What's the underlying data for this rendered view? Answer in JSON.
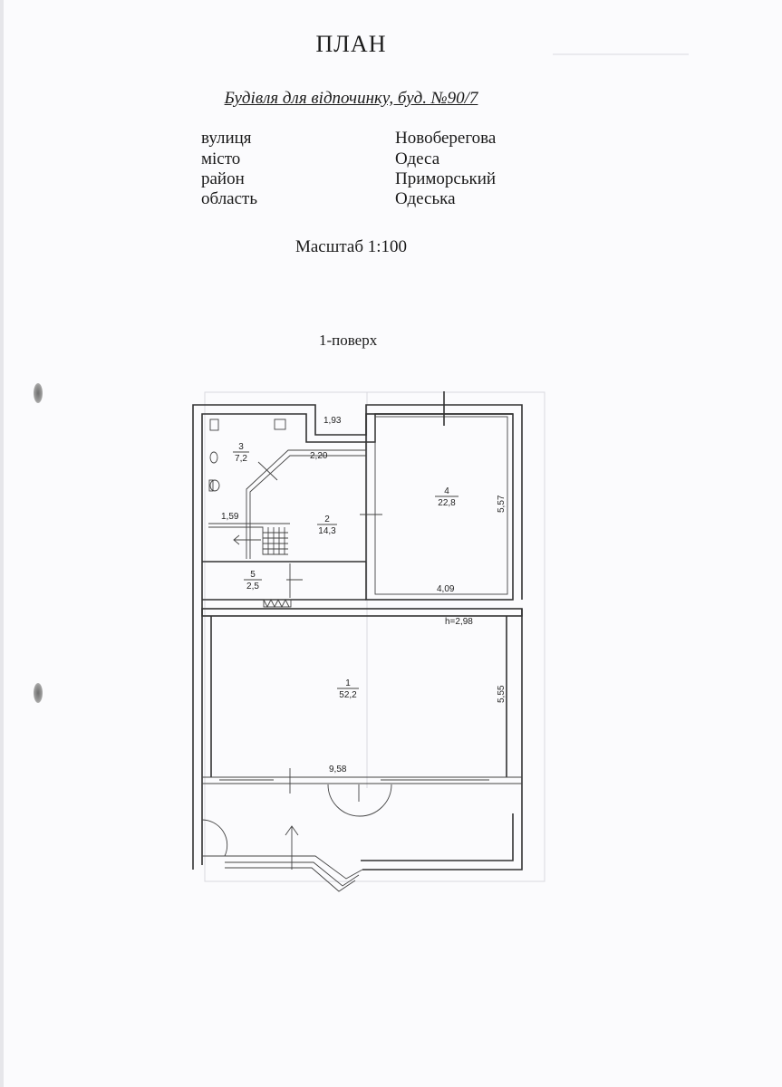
{
  "header": {
    "title": "ПЛАН",
    "subtitle": "Будівля для відпочинку, буд. №90/7"
  },
  "address": [
    {
      "label": "вулиця",
      "value": "Новоберегова"
    },
    {
      "label": "місто",
      "value": "Одеса"
    },
    {
      "label": "район",
      "value": "Приморський"
    },
    {
      "label": "область",
      "value": "Одеська"
    }
  ],
  "scale": "Масштаб 1:100",
  "floor": "1-поверх",
  "plan": {
    "rooms": [
      {
        "number": "1",
        "area": "52,2"
      },
      {
        "number": "2",
        "area": "14,3"
      },
      {
        "number": "3",
        "area": "7,2"
      },
      {
        "number": "4",
        "area": "22,8"
      },
      {
        "number": "5",
        "area": "2,5"
      }
    ],
    "dimensions": {
      "top_recess": "1,93",
      "corridor": "2,20",
      "stair": "1,59",
      "room4_height": "5,57",
      "room4_width": "4,09",
      "ceiling": "h=2,98",
      "hall_height": "5,55",
      "hall_width": "9,58"
    }
  }
}
